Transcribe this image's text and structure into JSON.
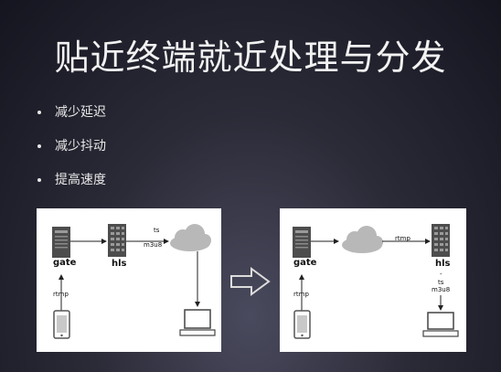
{
  "slide": {
    "title": "贴近终端就近处理与分发",
    "bullets": [
      "减少延迟",
      "减少抖动",
      "提高速度"
    ]
  },
  "diagram_before": {
    "gate_label": "gate",
    "hls_label": "hls",
    "rtmp_label": "rtmp",
    "ts_label": "ts",
    "m3u8_label": "m3u8"
  },
  "diagram_after": {
    "gate_label": "gate",
    "hls_label": "hls",
    "rtmp_label": "rtmp",
    "rtmp_top_label": "rtmp",
    "dash_label": "-",
    "ts_label": "ts",
    "m3u8_label": "m3u8"
  },
  "colors": {
    "server": "#4d4d4d",
    "cloud": "#b8b8b8",
    "line": "#222222"
  }
}
